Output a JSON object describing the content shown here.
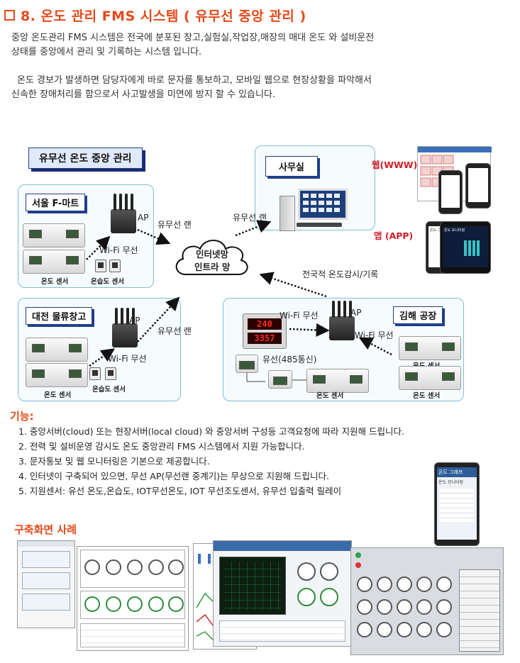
{
  "header": {
    "title": "8. 온도 관리 FMS 시스템 ( 유무선 중앙 관리 )"
  },
  "intro": {
    "paragraph1_line1": "중앙 온도관리 FMS 시스템은 전국에 분포된 창고,실험실,작업장,매장의 매대 온도 와 설비운전",
    "paragraph1_line2": "상태를 중앙에서 관리 및 기록하는 시스템 입니다.",
    "paragraph2_line1": "온도 경보가 발생하면 담당자에게 바로 문자를 통보하고, 모바일 웹으로 현장상황을 파악해서",
    "paragraph2_line2": "신속한 장애처리를 함으로서 사고발생을 미연에 방지 할 수 있습니다."
  },
  "diagram": {
    "main_label": "유무선 온도 중앙 관리",
    "office_label": "사무실",
    "seoul_label": "서울 F-마트",
    "daejeon_label": "대전 물류창고",
    "gimhae_label": "김해 공장",
    "cloud_line1": "인터넷망",
    "cloud_line2": "인트라 망",
    "ap": "AP",
    "wifi": "Wi-Fi 무선",
    "wired_lan": "유무선 랜",
    "nationwide": "전국적 온도감시/기록",
    "wired_485": "유선(485통신)",
    "temp_sensor": "온도 센서",
    "temphum_sensor": "온습도 센서",
    "web_label": "웹(WWW)",
    "app_label": "앱 (APP)",
    "display_top": "240",
    "display_bottom": "3357",
    "app_screen_title": "온도 그래프",
    "app_screen_sub": "온도 모니터링"
  },
  "features": {
    "title": "기능:",
    "items": [
      "1. 중앙서버(cloud) 또는 현장서버(local cloud) 와 중앙서버 구성등 고객요청에 따라 지원해 드립니다.",
      "2. 전력 및 설비운영 감시도 온도 중앙관리 FMS 시스템에서 지원 가능합니다.",
      "3. 문자통보 및 웹 모니터링은 기본으로 제공합니다.",
      "4. 인터넷이 구축되어 있으면, 무선 AP(무선랜 중계기)는 무상으로 지원해 드립니다.",
      "5. 지원센서: 유선 온도,온습도, IOT무선온도, IOT 무선조도센서, 유무선 입출력 릴레이"
    ],
    "phone_title": "온도 그래프",
    "phone_sub": "온도 모니터링"
  },
  "cases": {
    "title": "구축화면 사례"
  },
  "colors": {
    "accent": "#e34a1a",
    "navy": "#1f3f8c",
    "region_border": "#7fbfd8",
    "alert_red": "#d2202a"
  }
}
